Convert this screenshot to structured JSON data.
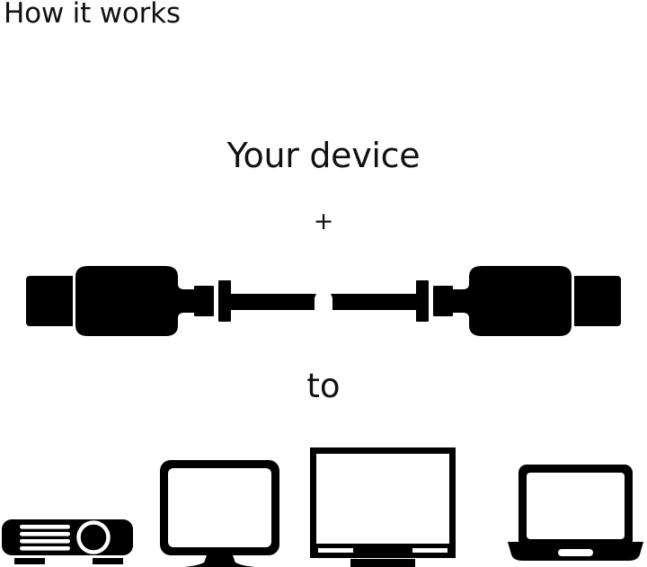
{
  "page": {
    "title": "How it works",
    "background_color": "#ffffff",
    "ink_color": "#000000"
  },
  "steps": {
    "device_label": "Your device",
    "plus_symbol": "+",
    "to_label": "to"
  },
  "graphics": {
    "cable": {
      "name": "hdmi-cable-illustration",
      "description": "HDMI cable with a connector plug at each end and a broken (cut) middle section",
      "connector_count": 2,
      "has_center_break": true
    },
    "devices": [
      {
        "name": "projector-icon",
        "label": "Projector",
        "details": "rounded body with four vent slats, circular lens ring and two feet"
      },
      {
        "name": "monitor-icon",
        "label": "Monitor",
        "details": "rounded bezel, white screen, trapezoid neck and flared base"
      },
      {
        "name": "tv-icon",
        "label": "TV",
        "details": "square bezel, white screen, two speaker slots and wide stand bar"
      },
      {
        "name": "laptop-icon",
        "label": "Laptop",
        "details": "rounded lid with white screen and base with trackpad notch"
      }
    ]
  }
}
